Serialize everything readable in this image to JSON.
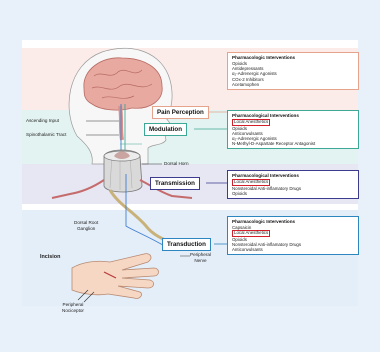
{
  "stages": {
    "perception": {
      "label": "Pain Perception",
      "color": "#e6a38c",
      "fill": "#fbecea"
    },
    "modulation": {
      "label": "Modulation",
      "color": "#3ea896",
      "fill": "#e3f3f1"
    },
    "transmission": {
      "label": "Transmission",
      "color": "#3d3b8e",
      "fill": "#e6e7f3"
    },
    "transduction": {
      "label": "Transduction",
      "color": "#2e86c1",
      "fill": "#e4eef8"
    }
  },
  "panels": [
    {
      "title": "Pharmacologic Interventions",
      "items": [
        {
          "text": "Opioids",
          "highlight": false
        },
        {
          "text": "Antidepressants",
          "highlight": false
        },
        {
          "text": "α₂-Adrenergic Agonists",
          "highlight": false
        },
        {
          "text": "COx-2 Inhibitors",
          "highlight": false
        },
        {
          "text": "Acetamophen",
          "highlight": false
        }
      ]
    },
    {
      "title": "Pharmacological Interventions",
      "items": [
        {
          "text": "Local Anesthetics",
          "highlight": true
        },
        {
          "text": "Opioids",
          "highlight": false
        },
        {
          "text": "Anticonvulsants",
          "highlight": false
        },
        {
          "text": "α₂-Adrenergic Agonists",
          "highlight": false
        },
        {
          "text": "N-Methyl-D-Aspartate Receptor Antagonist",
          "highlight": false
        }
      ]
    },
    {
      "title": "Pharmacological Interventions",
      "items": [
        {
          "text": "Local Anesthetics",
          "highlight": true
        },
        {
          "text": "Nonsteroidal Anti-inflamatory Drugs",
          "highlight": false
        },
        {
          "text": "Opioids",
          "highlight": false
        }
      ]
    },
    {
      "title": "Pharmacologic Interventions",
      "items": [
        {
          "text": "Capsaicin",
          "highlight": false
        },
        {
          "text": "Local Anesthetics",
          "highlight": true
        },
        {
          "text": "Opioids",
          "highlight": false
        },
        {
          "text": "Nonsteroidal Anti-inflamatory Drugs",
          "highlight": false
        },
        {
          "text": "Anticonvulsants",
          "highlight": false
        }
      ]
    }
  ],
  "annotations": {
    "ascending_input": "Ascending Input",
    "spinothalamic_tract": "Spinothalamic Tract",
    "dorsal_horn": "Dorsal Horn",
    "dorsal_root_ganglion_1": "Dorsal Root",
    "dorsal_root_ganglion_2": "Ganglion",
    "incision": "Incision",
    "peripheral_nerve_1": "Peripheral",
    "peripheral_nerve_2": "Nerve",
    "peripheral_nociceptor_1": "Peripheral",
    "peripheral_nociceptor_2": "Nociceptor"
  },
  "colors": {
    "background": "#e8f0fa",
    "highlight_box": "#d21f2a",
    "nerve_line": "#3f7fd1",
    "brain": "#e3a39a"
  }
}
